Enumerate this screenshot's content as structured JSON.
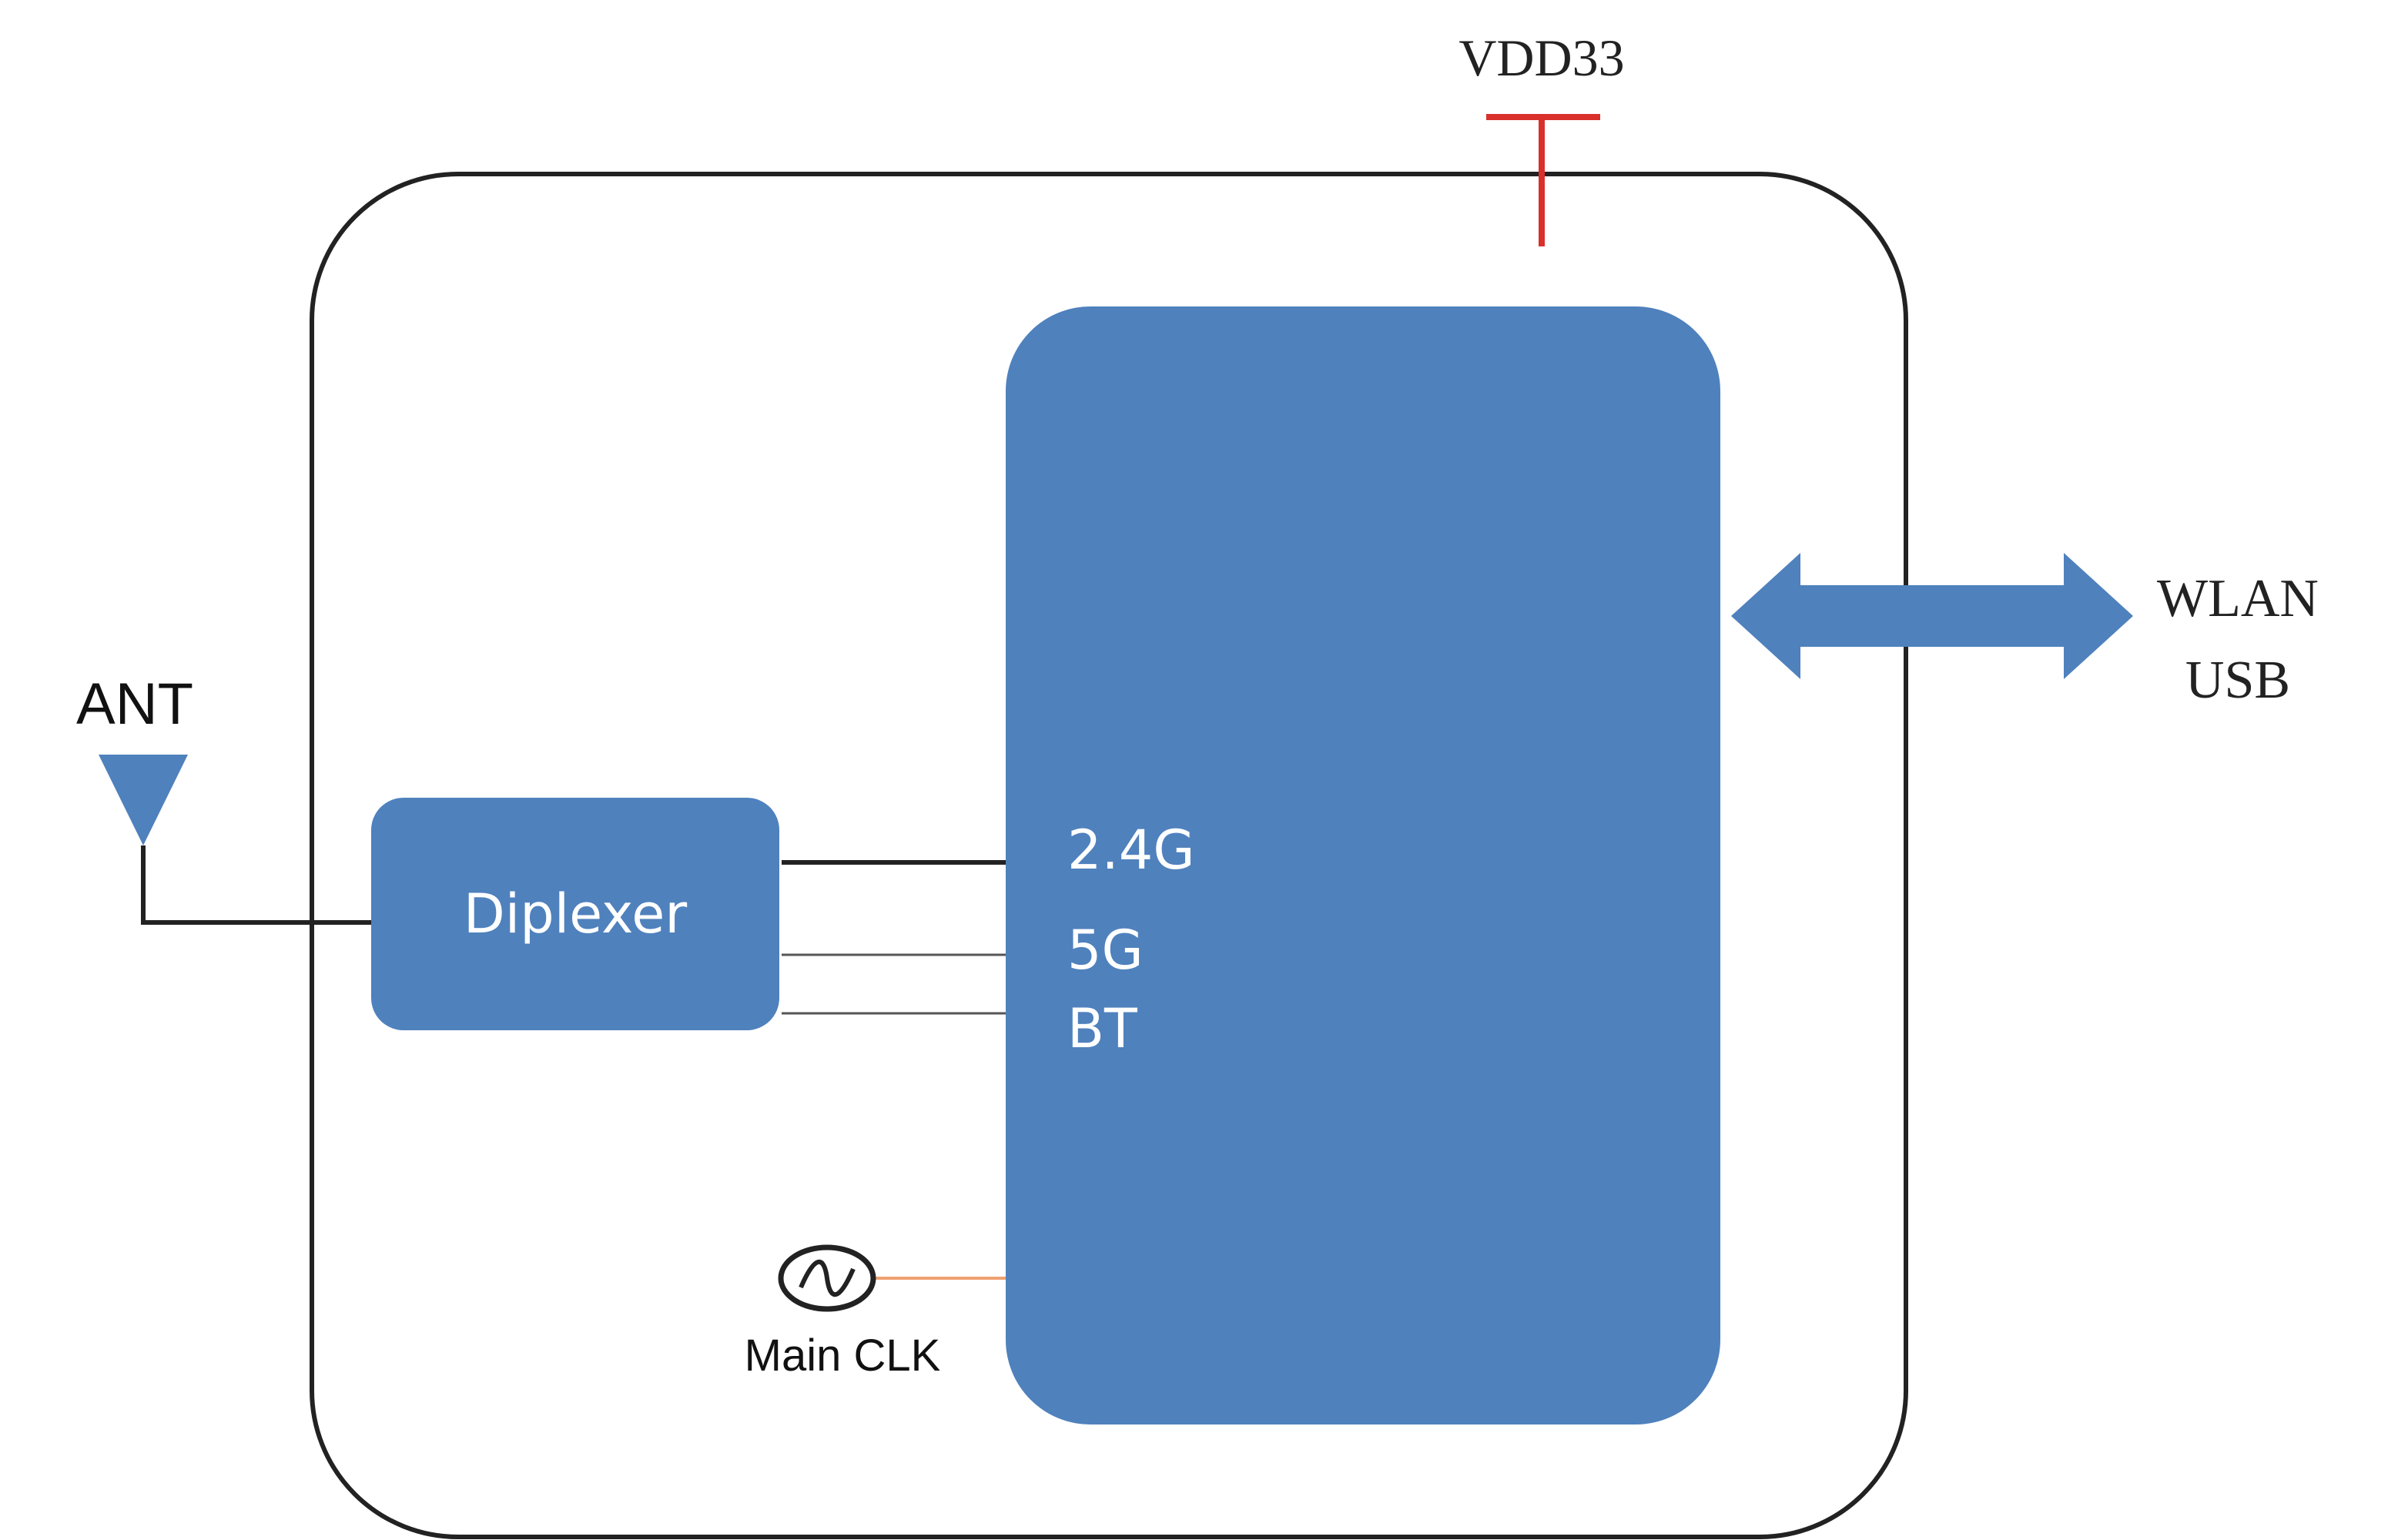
{
  "labels": {
    "power": "VDD33",
    "antenna": "ANT",
    "diplexer": "Diplexer",
    "band_24g": "2.4G",
    "band_5g": "5G",
    "band_bt": "BT",
    "clock": "Main CLK",
    "interface_wlan": "WLAN",
    "interface_usb": "USB"
  },
  "colors": {
    "block_fill": "#4f81bd",
    "power_rail": "#d9302c",
    "clock_line": "#f0a070",
    "outline": "#222222",
    "label_on_block": "#ffffff"
  },
  "icons": {
    "antenna": "antenna-triangle-icon",
    "clock": "sine-oscillator-icon",
    "interface": "bidirectional-arrow-icon"
  }
}
